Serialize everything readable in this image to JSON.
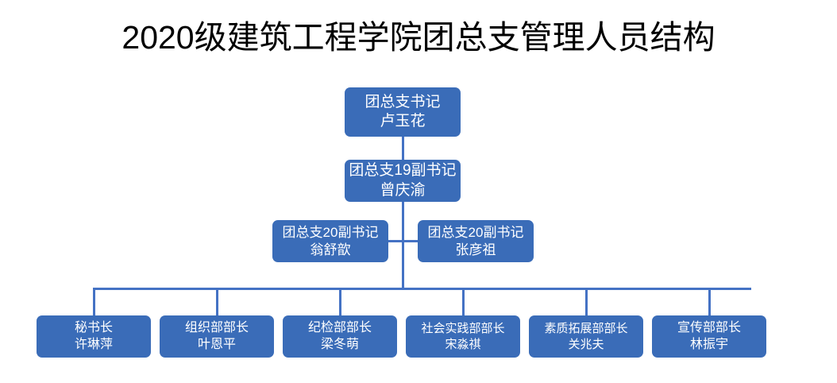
{
  "page": {
    "title": "2020级建筑工程学院团总支管理人员结构",
    "background_color": "#FFFFFF",
    "node_fill_color": "#3A6CB8",
    "node_text_color": "#FFFFFF",
    "connector_color": "#4472C4",
    "title_color": "#000000"
  },
  "org_chart": {
    "type": "organization-chart",
    "levels": [
      {
        "level": 1,
        "nodes": [
          {
            "role": "团总支书记",
            "name": "卢玉花"
          }
        ]
      },
      {
        "level": 2,
        "nodes": [
          {
            "role": "团总支19副书记",
            "name": "曾庆渝"
          }
        ]
      },
      {
        "level": 3,
        "nodes": [
          {
            "role": "团总支20副书记",
            "name": "翁舒歆"
          },
          {
            "role": "团总支20副书记",
            "name": "张彦祖"
          }
        ]
      },
      {
        "level": 4,
        "nodes": [
          {
            "role": "秘书长",
            "name": "许琳萍"
          },
          {
            "role": "组织部部长",
            "name": "叶恩平"
          },
          {
            "role": "纪检部部长",
            "name": "梁冬萌"
          },
          {
            "role": "社会实践部部长",
            "name": "宋淼祺"
          },
          {
            "role": "素质拓展部部长",
            "name": "关兆夫"
          },
          {
            "role": "宣传部部长",
            "name": "林振宇"
          }
        ]
      }
    ]
  }
}
